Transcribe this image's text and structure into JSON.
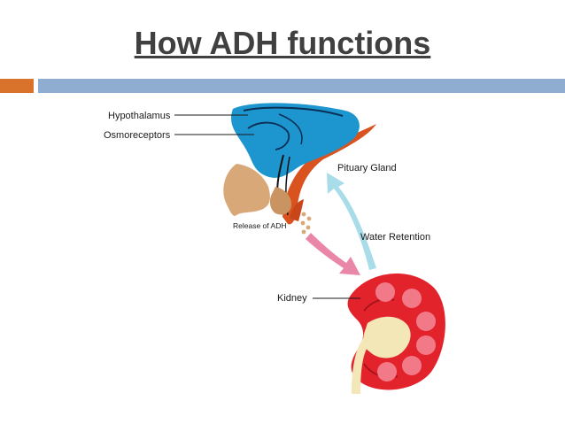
{
  "title": "How ADH functions",
  "labels": {
    "hypothalamus": "Hypothalamus",
    "osmoreceptors": "Osmoreceptors",
    "pituitary": "Pituary Gland",
    "release": "Release of ADH",
    "water_retention": "Water Retention",
    "kidney": "Kidney"
  },
  "colors": {
    "header_accent": "#d9732c",
    "header_bar": "#8eadd0",
    "hypothalamus": "#1d95cf",
    "pituitary": "#d8a878",
    "vessel": "#d9531e",
    "kidney": "#e3232c",
    "arrow_release": "#e87aa0",
    "arrow_return": "#a8dce8"
  }
}
